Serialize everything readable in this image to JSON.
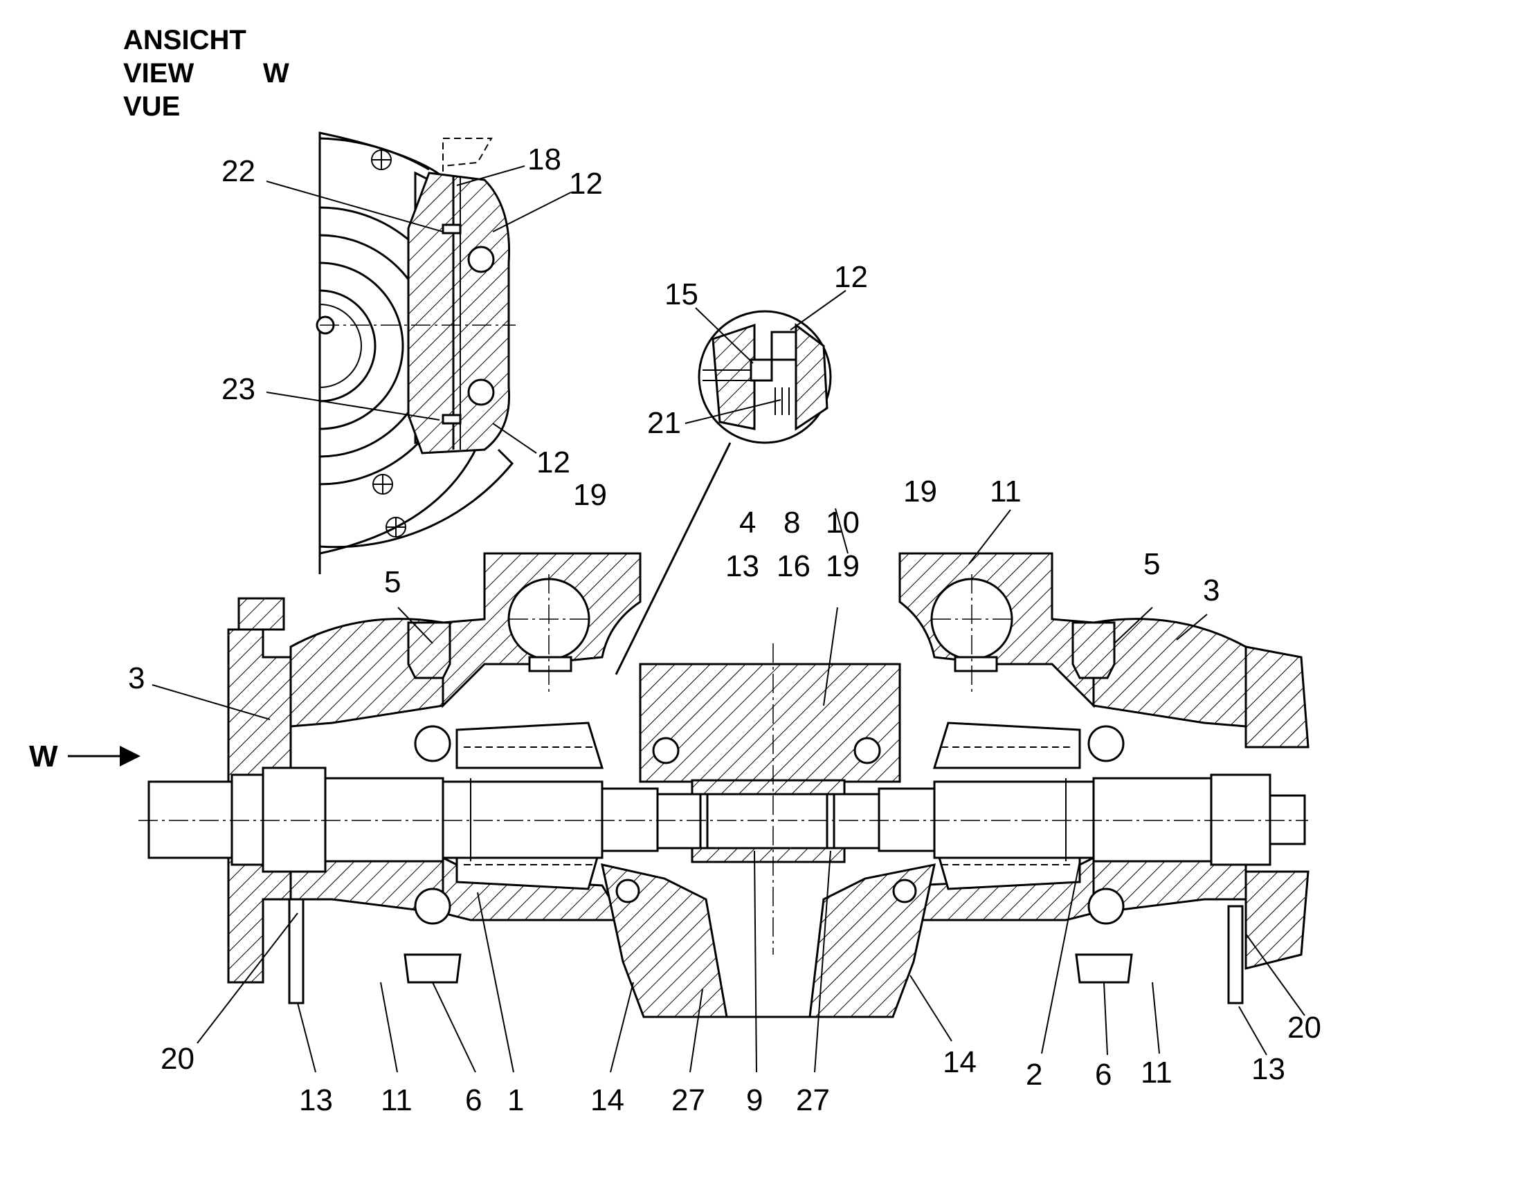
{
  "view_title": {
    "line1": "ANSICHT",
    "line2": "VIEW",
    "line3": "VUE",
    "letter": "W"
  },
  "view_arrow_label": "W",
  "callouts": {
    "c18": "18",
    "c22": "22",
    "c12a": "12",
    "c23": "23",
    "c12b": "12",
    "c15": "15",
    "c12c": "12",
    "c21": "21",
    "c19a": "19",
    "c19b": "19",
    "c11a": "11",
    "c4": "4",
    "c8": "8",
    "c10": "10",
    "c13a": "13",
    "c16": "16",
    "c19c": "19",
    "c5a": "5",
    "c5b": "5",
    "c3a": "3",
    "c3b": "3",
    "c20a": "20",
    "c13b": "13",
    "c11b": "11",
    "c6a": "6",
    "c1": "1",
    "c14a": "14",
    "c27a": "27",
    "c9": "9",
    "c27b": "27",
    "c14b": "14",
    "c2": "2",
    "c6b": "6",
    "c11c": "11",
    "c13c": "13",
    "c20b": "20"
  }
}
